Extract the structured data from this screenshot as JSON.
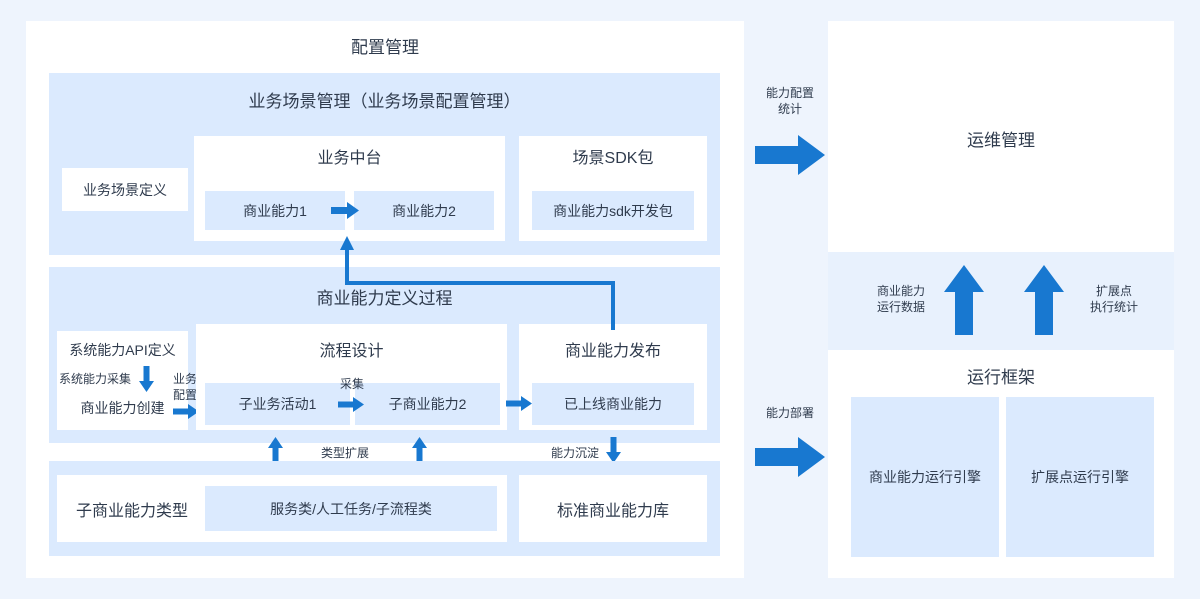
{
  "colors": {
    "page_bg": "#eef4fd",
    "card_bg": "#ffffff",
    "panel_bg": "#dbeafe",
    "soft_bg": "#e8f1fd",
    "arrow_blue": "#1878d0",
    "text": "#2f3b4d"
  },
  "left": {
    "title": "配置管理",
    "scene_panel": {
      "title": "业务场景管理（业务场景配置管理）",
      "scene_def": "业务场景定义",
      "mid_platform": {
        "title": "业务中台",
        "cap1": "商业能力1",
        "cap2": "商业能力2"
      },
      "sdk": {
        "title": "场景SDK包",
        "item": "商业能力sdk开发包"
      }
    },
    "define_panel": {
      "title": "商业能力定义过程",
      "api_def": "系统能力API定义",
      "cap_create": "商业能力创建",
      "label_collect": "系统能力采集",
      "label_bizconfig_1": "业务",
      "label_bizconfig_2": "配置",
      "flow": {
        "title": "流程设计",
        "activity1": "子业务活动1",
        "label_collect2": "采集",
        "activity2": "子商业能力2"
      },
      "publish": {
        "title": "商业能力发布",
        "item": "已上线商业能力"
      }
    },
    "connectors": {
      "type_extend": "类型扩展",
      "capability_settle": "能力沉淀"
    },
    "type_panel": {
      "sub_type": "子商业能力类型",
      "sub_type_items": "服务类/人工任务/子流程类",
      "standard_lib": "标准商业能力库"
    }
  },
  "between": {
    "config_stat_line1": "能力配置",
    "config_stat_line2": "统计",
    "deploy": "能力部署"
  },
  "right": {
    "ops": {
      "title": "运维管理"
    },
    "metrics": {
      "left_line1": "商业能力",
      "left_line2": "运行数据",
      "right_line1": "扩展点",
      "right_line2": "执行统计"
    },
    "runtime": {
      "title": "运行框架",
      "engine1": "商业能力运行引擎",
      "engine2": "扩展点运行引擎"
    }
  }
}
